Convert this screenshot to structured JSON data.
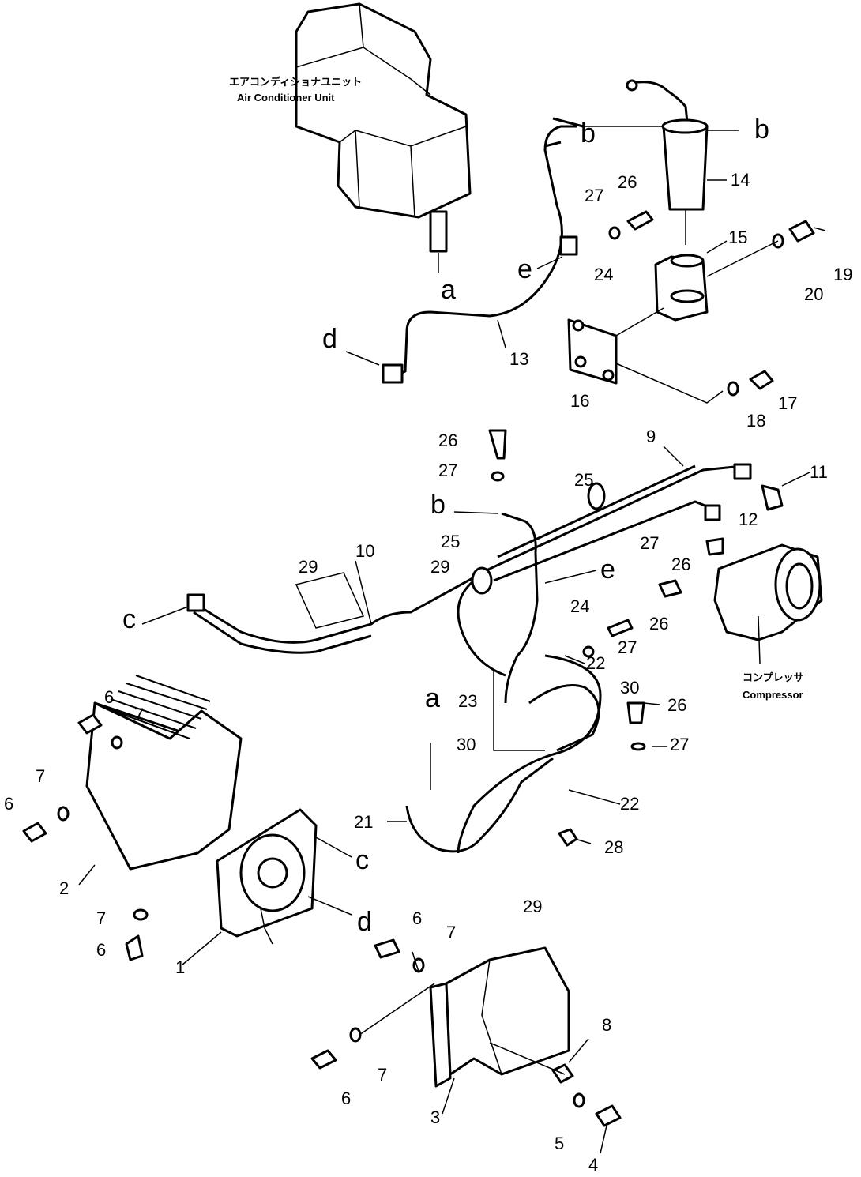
{
  "labels": {
    "air_conditioner_unit_jp": "エアコンディショナユニット",
    "air_conditioner_unit_en": "Air Conditioner Unit",
    "compressor_jp": "コンプレッサ",
    "compressor_en": "Compressor"
  },
  "refs": {
    "a": "a",
    "b": "b",
    "c": "c",
    "d": "d",
    "e": "e"
  },
  "callouts": {
    "n1": "1",
    "n2": "2",
    "n3": "3",
    "n4": "4",
    "n5": "5",
    "n6": "6",
    "n7": "7",
    "n8": "8",
    "n9": "9",
    "n10": "10",
    "n11": "11",
    "n12": "12",
    "n13": "13",
    "n14": "14",
    "n15": "15",
    "n16": "16",
    "n17": "17",
    "n18": "18",
    "n19": "19",
    "n20": "20",
    "n21": "21",
    "n22": "22",
    "n23": "23",
    "n24": "24",
    "n25": "25",
    "n26": "26",
    "n27": "27",
    "n28": "28",
    "n29": "29",
    "n30": "30"
  }
}
